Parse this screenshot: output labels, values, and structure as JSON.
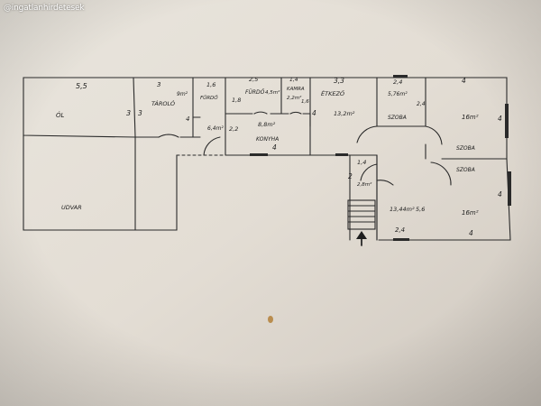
{
  "watermark": "@ingatlanhirdetesek",
  "rooms": {
    "ol": "ÓL",
    "tarolo": "TÁROLÓ",
    "udvar": "UDVAR",
    "fuvo": "FÜRDŐ",
    "kamra": "KAMRA",
    "furdo_kis": "FÜRDŐ",
    "konyha": "KONYHA",
    "etkezo": "ÉTKEZŐ",
    "szoba1": "SZOBA",
    "szoba2": "SZOBA",
    "szoba3": "SZOBA"
  },
  "dims": {
    "ol_w": "5,5",
    "ol_h": "3",
    "tarolo_w": "3",
    "tarolo_h": "3",
    "tarolo_area": "9m²",
    "tarolo_4": "4",
    "fuvo_w": "1,6",
    "fuvo_w2": "2,5",
    "fuvo_h": "1,8",
    "fuvo_area": "4,5m²",
    "kamra_w": "1,4",
    "kamra_area": "2,2m²",
    "kamra_h": "1,6",
    "hall_area": "6,4m²",
    "hall_h": "2,2",
    "konyha_area": "8,8m²",
    "konyha_w": "4",
    "etkezo_w": "3,3",
    "etkezo_h": "4",
    "etkezo_area": "13,2m²",
    "szoba1_w": "2,4",
    "szoba1_area": "5,76m²",
    "szoba1_h": "2,4",
    "szoba2_w": "4",
    "szoba2_area": "16m²",
    "szoba2_h": "4",
    "stair_w": "1,4",
    "stair_h": "2",
    "stair_area": "2,8m²",
    "nappali_area": "13,44m²",
    "nappali_h": "5,6",
    "nappali_w": "2,4",
    "szoba3_area": "16m²",
    "szoba3_h": "4",
    "szoba3_w": "4"
  }
}
